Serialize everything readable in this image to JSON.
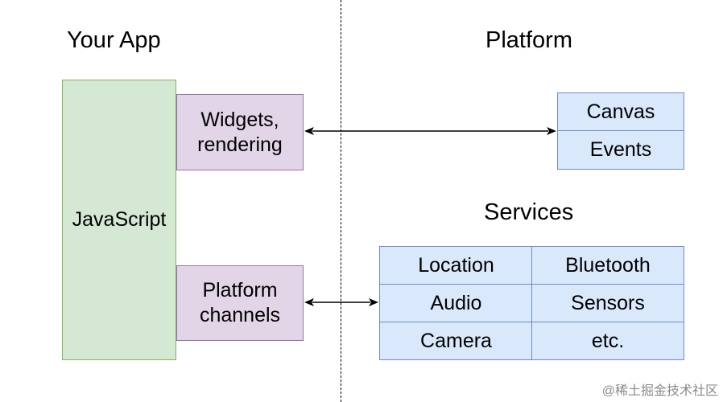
{
  "left": {
    "title": "Your App",
    "main_block": "JavaScript",
    "widgets_block": "Widgets,\nrendering",
    "channels_block": "Platform\nchannels"
  },
  "right": {
    "platform_title": "Platform",
    "platform_items": [
      "Canvas",
      "Events"
    ],
    "services_title": "Services",
    "services_grid": [
      [
        "Location",
        "Bluetooth"
      ],
      [
        "Audio",
        "Sensors"
      ],
      [
        "Camera",
        "etc."
      ]
    ]
  },
  "watermark": "@稀土掘金技术社区",
  "colors": {
    "green_fill": "#d5e8d4",
    "green_stroke": "#82b366",
    "purple_fill": "#e1d5e7",
    "purple_stroke": "#9673a6",
    "blue_fill": "#dae8fc",
    "blue_stroke": "#6c8ebf"
  }
}
